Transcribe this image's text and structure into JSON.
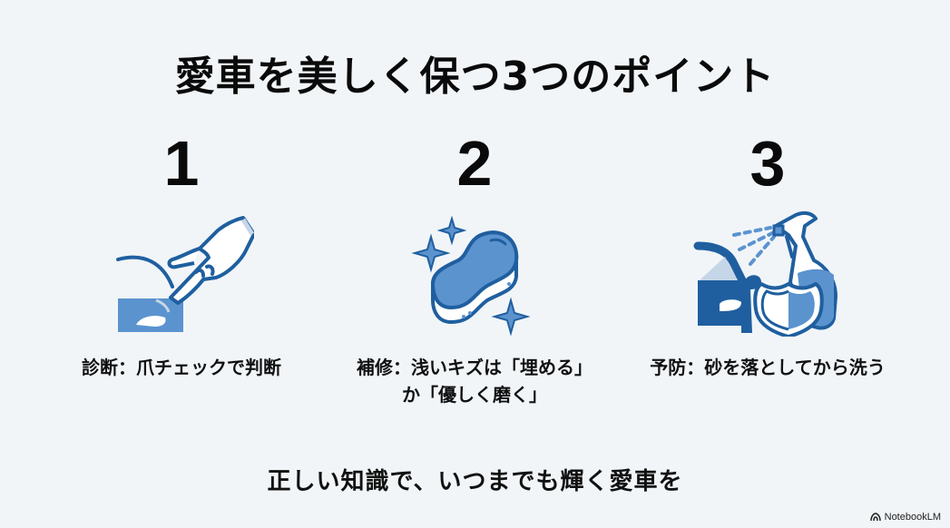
{
  "title": "愛車を美しく保つ3つのポイント",
  "points": [
    {
      "number": "1",
      "icon": "finger-check-icon",
      "label": "診断：爪チェックで判断"
    },
    {
      "number": "2",
      "icon": "sponge-sparkle-icon",
      "label_line1": "補修：浅いキズは「埋める」",
      "label_line2": "か「優しく磨く」"
    },
    {
      "number": "3",
      "icon": "spray-shield-car-icon",
      "label": "予防：砂を落としてから洗う"
    }
  ],
  "tagline": "正しい知識で、いつまでも輝く愛車を",
  "brand": "NotebookLM",
  "colors": {
    "background": "#f1f5f8",
    "dark_blue": "#1f5f9f",
    "medium_blue": "#5b93cf",
    "light_blue": "#c5d6e8"
  }
}
